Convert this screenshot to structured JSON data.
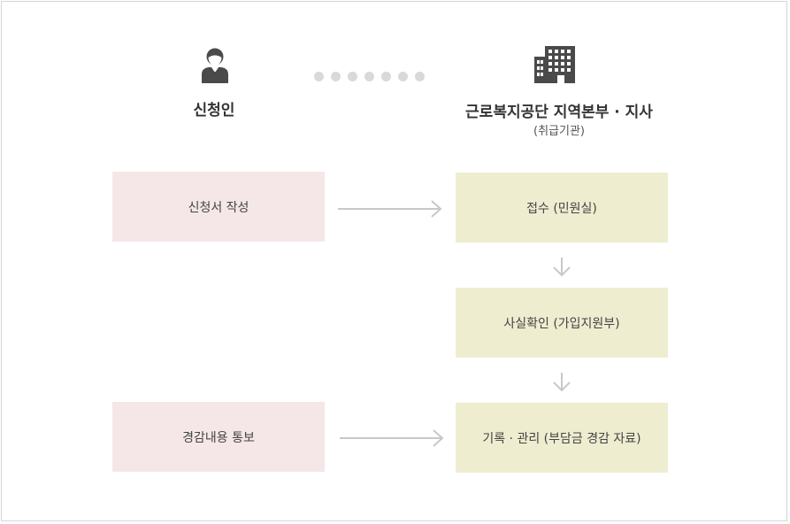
{
  "applicant": {
    "title": "신청인",
    "icon": "person-icon"
  },
  "agency": {
    "title": "근로복지공단 지역본부 · 지사",
    "subtitle": "(취급기관)",
    "icon": "building-icon"
  },
  "steps": {
    "write_application": "신청서 작성",
    "reception": "접수 (민원실)",
    "fact_check": "사실확인  (가입지원부)",
    "notify_reduction": "경감내용 통보",
    "record_manage": "기록 · 관리 (부담금 경감 자료)"
  },
  "colors": {
    "applicant_box": "#f5e7e7",
    "agency_box": "#eeedd0",
    "arrow": "#c8c8c8",
    "icon": "#4a4a4a"
  }
}
